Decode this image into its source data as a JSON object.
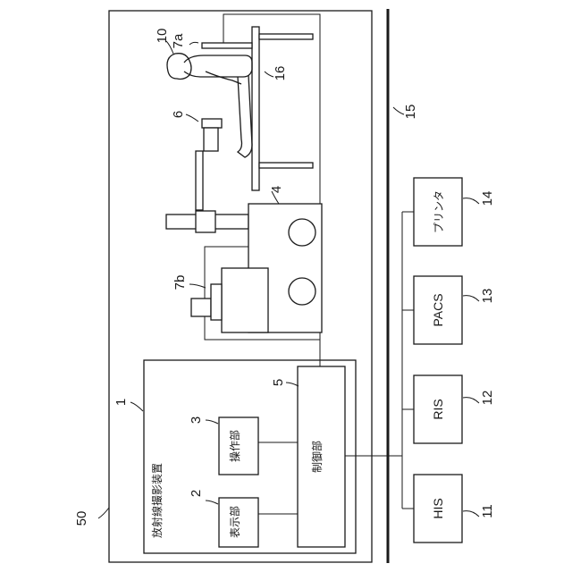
{
  "outer_system_ref": "50",
  "apparatus": {
    "ref": "1",
    "title": "放射線撮影装置"
  },
  "units": {
    "display": {
      "ref": "2",
      "label": "表示部"
    },
    "operation": {
      "ref": "3",
      "label": "操作部"
    },
    "control": {
      "ref": "5",
      "label": "制御部"
    }
  },
  "equipment": {
    "cart_ref": "4",
    "tube_ref": "6",
    "detector_top_ref": "7a",
    "detector_bottom_ref": "7b",
    "subject_ref": "10",
    "table_ref": "16"
  },
  "network": {
    "ref": "15",
    "systems": [
      {
        "name": "HIS",
        "ref": "11"
      },
      {
        "name": "RIS",
        "ref": "12"
      },
      {
        "name": "PACS",
        "ref": "13"
      },
      {
        "name": "プリンタ",
        "ref": "14"
      }
    ]
  }
}
